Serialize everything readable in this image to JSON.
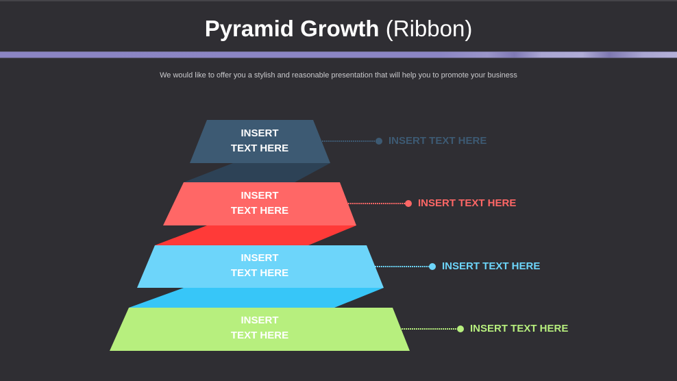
{
  "slide": {
    "title_bold": "Pyramid Growth",
    "title_light": "(Ribbon)",
    "subtitle": "We would like to offer you a stylish and reasonable presentation that will help you to promote your business",
    "band_color": "#8b85c3",
    "background": "#2f2e33"
  },
  "pyramid": {
    "tiers": [
      {
        "line1": "INSERT",
        "line2": "TEXT HERE",
        "side_text": "INSERT TEXT HERE",
        "face_color": "#3d5a73",
        "ribbon_color": "#2d4256",
        "accent_color": "#3d5a73"
      },
      {
        "line1": "INSERT",
        "line2": "TEXT HERE",
        "side_text": "INSERT TEXT HERE",
        "face_color": "#ff6766",
        "ribbon_color": "#ff3a38",
        "accent_color": "#ff6766"
      },
      {
        "line1": "INSERT",
        "line2": "TEXT HERE",
        "side_text": "INSERT TEXT HERE",
        "face_color": "#6dd5fa",
        "ribbon_color": "#37c6f8",
        "accent_color": "#6dd5fa"
      },
      {
        "line1": "INSERT",
        "line2": "TEXT HERE",
        "side_text": "INSERT TEXT HERE",
        "face_color": "#b7ef7e",
        "ribbon_color": "#b7ef7e",
        "accent_color": "#b7ef7e"
      }
    ]
  }
}
